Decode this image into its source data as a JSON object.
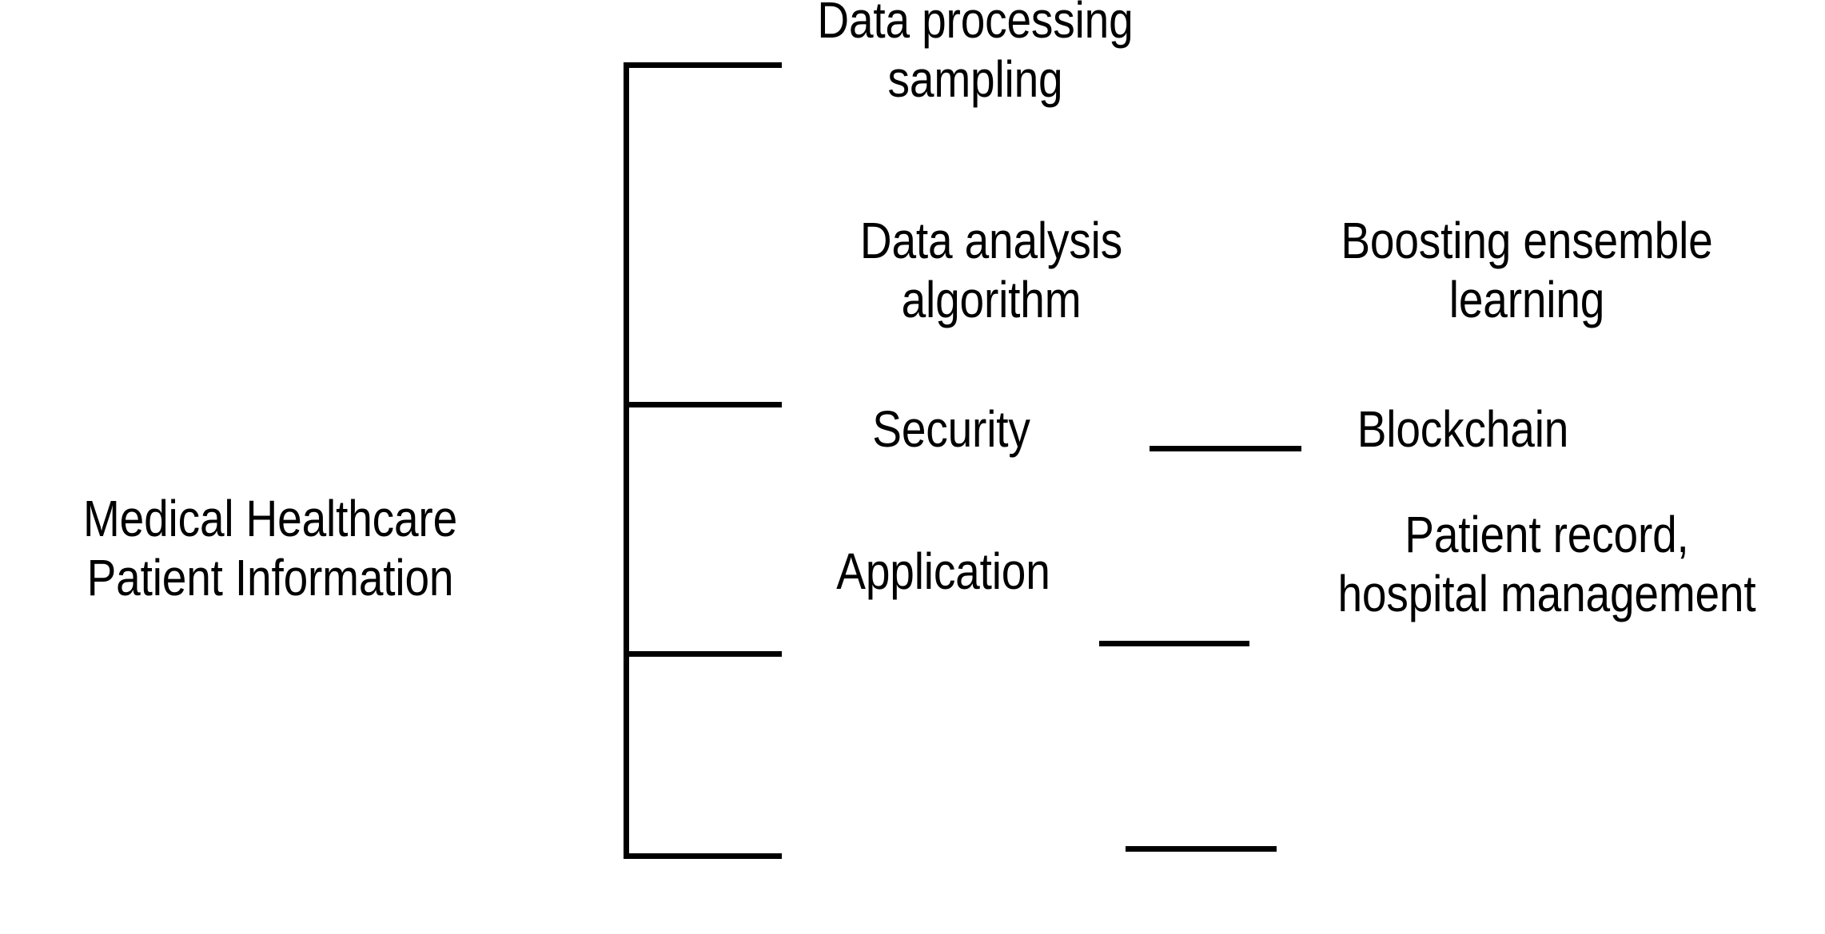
{
  "diagram": {
    "type": "bracket-tree",
    "orientation": "left-to-right",
    "background_color": "#ffffff",
    "stroke_color": "#000000",
    "text_color": "#000000",
    "root": {
      "label": "Medical Healthcare\nPatient Information"
    },
    "branches": [
      {
        "label": "Data processing\nsampling",
        "children": []
      },
      {
        "label": "Data analysis\nalgorithm",
        "children": [
          {
            "label": "Boosting ensemble\nlearning"
          }
        ]
      },
      {
        "label": "Security",
        "children": [
          {
            "label": "Blockchain"
          }
        ]
      },
      {
        "label": "Application",
        "children": [
          {
            "label": "Patient record,\nhospital management"
          }
        ]
      }
    ]
  }
}
